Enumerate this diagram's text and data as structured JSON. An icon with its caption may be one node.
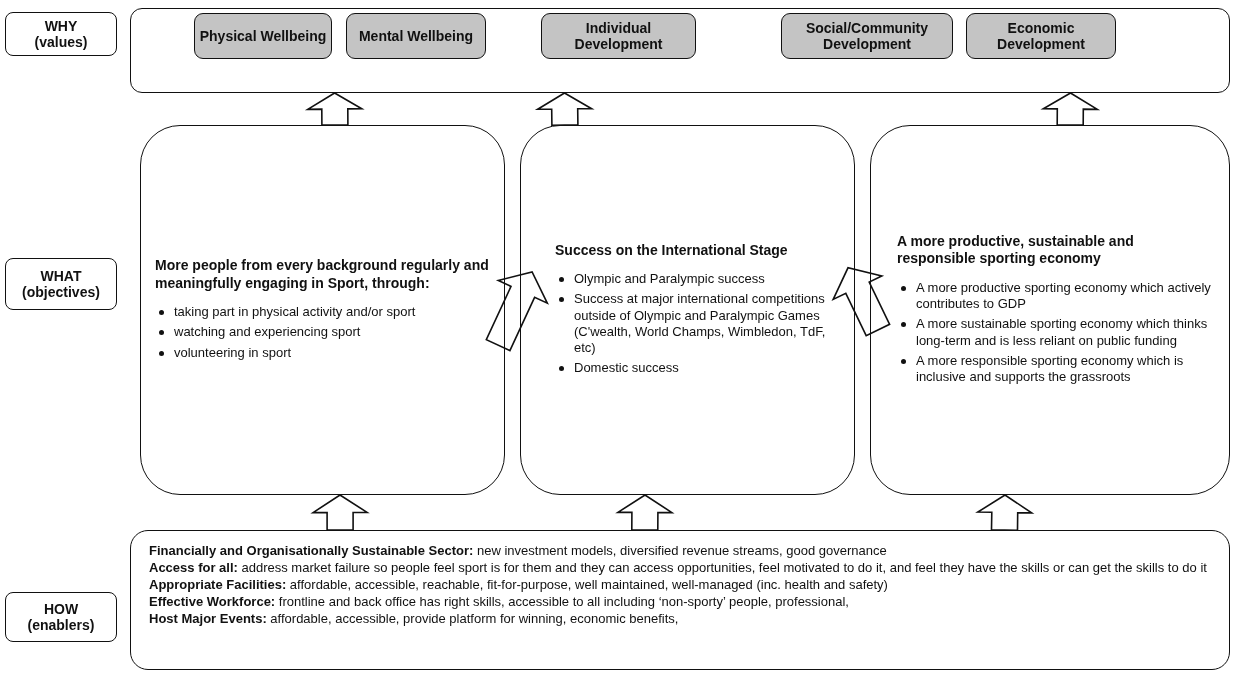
{
  "diagram": {
    "nodes": [
      {
        "text": [
          "WHY",
          "(values)"
        ]
      },
      {
        "text": [
          "WHAT",
          "(objectives)"
        ]
      },
      {
        "text": [
          "HOW",
          "(enablers)"
        ]
      },
      {
        "text": [],
        "shape": "box"
      },
      {
        "text": [
          "Physical Wellbeing"
        ],
        "in": 3
      },
      {
        "text": [
          "Mental Wellbeing"
        ],
        "in": 3
      },
      {
        "text": [
          "Individual Development"
        ],
        "in": 3
      },
      {
        "text": [
          "Social/Community Development"
        ],
        "in": 3
      },
      {
        "text": [
          "Economic Development"
        ],
        "in": 3
      },
      {
        "text": [
          "More people from every background regularly and meaningfully engaging in Sport, through:",
          "taking part in physical activity and/or sport",
          "watching and experiencing sport",
          "volunteering in sport"
        ]
      },
      {
        "text": [
          "Success on the International Stage",
          "Olympic and Paralympic success",
          "Success at major international competitions outside of Olympic and Paralympic Games (C'wealth, World Champs, Wimbledon, TdF, etc)",
          "Domestic success"
        ]
      },
      {
        "text": [
          "A more productive, sustainable and responsible sporting economy",
          "A more productive sporting economy which actively contributes to GDP",
          "A more sustainable sporting economy which thinks long-term and is less reliant on public funding",
          "A more responsible sporting economy which is inclusive and supports the grassroots"
        ]
      },
      {
        "text": [
          "**Financially and Organisationally Sustainable Sector:** new investment models, diversified revenue streams, good governance",
          "**Access for all:** address market failure so people feel sport is for them and they can access opportunities, feel motivated to do it, and feel they have the skills or can get the skills to do it",
          "**Appropriate Facilities:** affordable, accessible, reachable, fit-for-purpose, well maintained, well-managed (inc. health and safety)",
          "**Effective Workforce:** frontline and back office has right skills, accessible to all including ‘non-sporty’ people, professional,",
          "**Host Major Events:** affordable, accessible, provide platform for winning, economic benefits,"
        ]
      }
    ],
    "edges": [
      {
        "from": 9,
        "to": 3,
        "arrow": "to"
      },
      {
        "from": 10,
        "to": 3,
        "arrow": "to"
      },
      {
        "from": 11,
        "to": 3,
        "arrow": "to"
      },
      {
        "from": 9,
        "to": 10,
        "arrow": "to"
      },
      {
        "from": 11,
        "to": 10,
        "arrow": "to"
      },
      {
        "from": 12,
        "to": 9,
        "arrow": "to"
      },
      {
        "from": 12,
        "to": 10,
        "arrow": "to"
      },
      {
        "from": 12,
        "to": 11,
        "arrow": "to"
      }
    ]
  }
}
